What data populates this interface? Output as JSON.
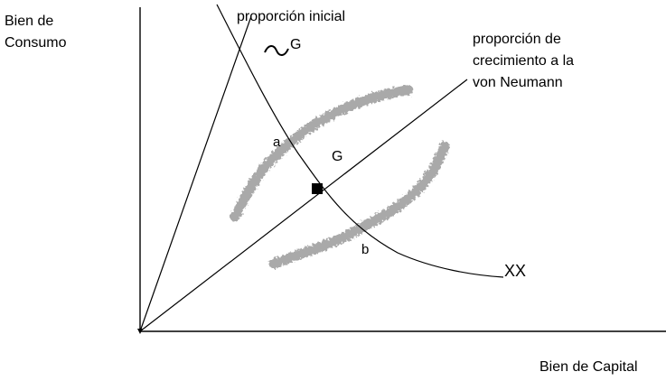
{
  "labels": {
    "y_axis": [
      "Bien de",
      "Consumo"
    ],
    "x_axis": "Bien de Capital",
    "initial_ray": "proporción inicial",
    "tilde_g": "G",
    "von_neumann_ray": [
      "proporción de",
      "crecimiento a la",
      "von Neumann"
    ],
    "point_a": "a",
    "point_b": "b",
    "region_g": "G",
    "xx": "XX"
  },
  "colors": {
    "ink": "#000000",
    "shaded_band": "#a9a9a9"
  }
}
